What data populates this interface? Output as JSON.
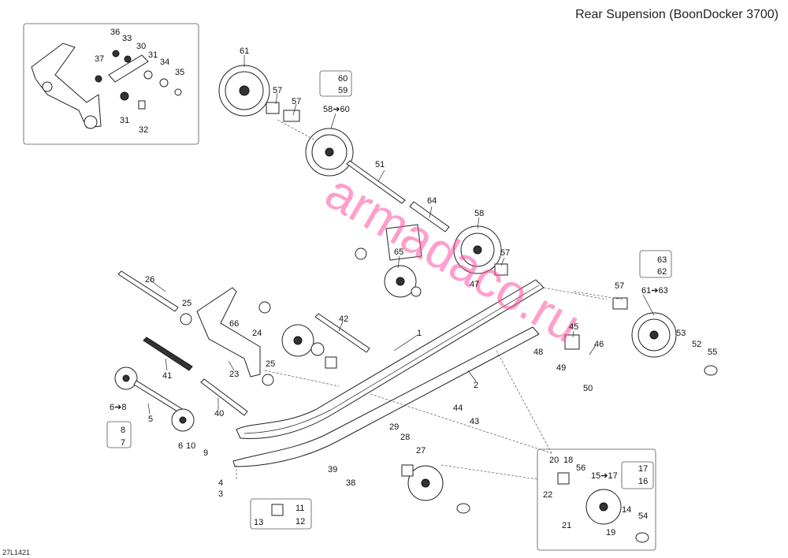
{
  "title": "Rear Supension (BoonDocker 3700)",
  "diagram_code": "27L1421",
  "watermark": "armadaco.ru",
  "labels": {
    "l36": "36",
    "l33": "33",
    "l30": "30",
    "l37": "37",
    "l31a": "31",
    "l34": "34",
    "l35": "35",
    "l31b": "31",
    "l32": "32",
    "l61": "61",
    "l57a": "57",
    "l57b": "57",
    "l60": "60",
    "l59": "59",
    "l58to60": "58➔60",
    "l51": "51",
    "l64": "64",
    "l58": "58",
    "l65": "65",
    "l57c": "57",
    "l47": "47",
    "l63": "63",
    "l62": "62",
    "l57d": "57",
    "l61to63": "61➔63",
    "l26": "26",
    "l25a": "25",
    "l66": "66",
    "l24": "24",
    "l42": "42",
    "l1": "1",
    "l45": "45",
    "l46": "46",
    "l53": "53",
    "l52": "52",
    "l55": "55",
    "l48": "48",
    "l49": "49",
    "l50": "50",
    "l41": "41",
    "l23": "23",
    "l25b": "25",
    "l2": "2",
    "l6to8": "6➔8",
    "l5": "5",
    "l40": "40",
    "l44": "44",
    "l43": "43",
    "l8": "8",
    "l7": "7",
    "l6": "6",
    "l10": "10",
    "l9": "9",
    "l29": "29",
    "l28": "28",
    "l27": "27",
    "l20": "20",
    "l18": "18",
    "l56": "56",
    "l15to17": "15➔17",
    "l17": "17",
    "l16": "16",
    "l22": "22",
    "l21": "21",
    "l14": "14",
    "l54": "54",
    "l19": "19",
    "l4": "4",
    "l3": "3",
    "l39": "39",
    "l38": "38",
    "l11": "11",
    "l13": "13",
    "l12": "12"
  }
}
